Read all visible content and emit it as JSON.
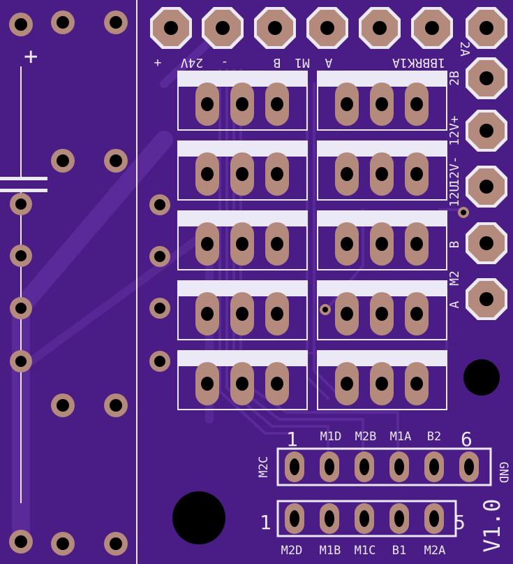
{
  "board": {
    "version": "V1.0",
    "colors": {
      "substrate": "#4a1c86",
      "trace": "#5b2a9a",
      "pad": "#b48a7c",
      "silk": "#ece9f7",
      "hole": "#000000"
    }
  },
  "top_labels": [
    "+",
    "24V",
    "-",
    "M1",
    "B",
    "A",
    "1BBRK1A",
    "2A"
  ],
  "right_labels": [
    "2B",
    "12V+",
    "12V-",
    "12U",
    "B",
    "M2",
    "A"
  ],
  "capacitor_label": "+",
  "header_top": {
    "start_number": "1",
    "end_number": "6",
    "pin_labels": [
      "M1D",
      "M2B",
      "M1A",
      "B2"
    ],
    "left_label": "M2C",
    "right_label": "GND"
  },
  "header_bottom": {
    "start_number": "1",
    "end_number": "5",
    "pin_labels": [
      "M2D",
      "M1B",
      "M1C",
      "B1",
      "M2A"
    ]
  }
}
